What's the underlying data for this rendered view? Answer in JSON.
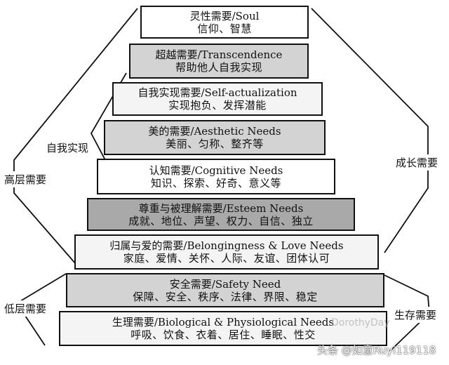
{
  "tiers": [
    {
      "title": "灵性需要/Soul",
      "examples": "信仰、智慧",
      "fill": "#ffffff"
    },
    {
      "title": "超越需要/Transcendence",
      "examples": "帮助他人自我实现",
      "fill": "#d3d3d3"
    },
    {
      "title": "自我实现需要/Self-actualization",
      "examples": "实现抱负、发挥潜能",
      "fill": "#f4f4f4"
    },
    {
      "title": "美的需要/Aesthetic Needs",
      "examples": "美丽、匀称、整齐等",
      "fill": "#d3d3d3"
    },
    {
      "title": "认知需要/Cognitive Needs",
      "examples": "知识、探索、好奇、意义等",
      "fill": "#ffffff"
    },
    {
      "title": "尊重与被理解需要/Esteem Needs",
      "examples": "成就、地位、声望、权力、自信、独立",
      "fill": "#a9a9a9"
    },
    {
      "title": "归属与爱的需要/Belongingness & Love Needs",
      "examples": "家庭、爱情、关怀、人际、友谊、团体认可",
      "fill": "#f4f4f4"
    },
    {
      "title": "安全需要/Safety Need",
      "examples": "保障、安全、秩序、法律、界限、稳定",
      "fill": "#d3d3d3"
    },
    {
      "title": "生理需要/Biological & Physiological Needs",
      "examples": "呼吸、饮食、衣着、居住、睡眠、性交",
      "fill": "#f4f4f4"
    }
  ],
  "labels": {
    "higher_needs": "高层需要",
    "self_actualization": "自我实现",
    "growth_needs": "成长需要",
    "lower_needs": "低层需要",
    "survival_needs": "生存需要"
  },
  "watermark": {
    "logo_text": "DorothyDay",
    "caption": "头条 @如意Ruyi119118"
  }
}
